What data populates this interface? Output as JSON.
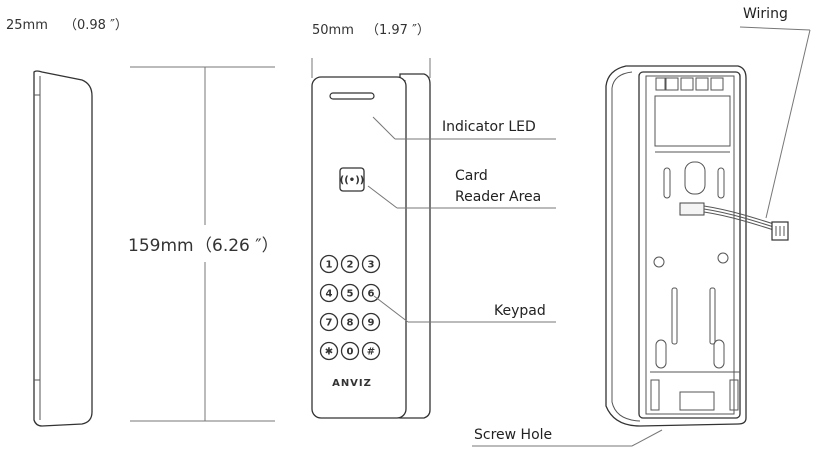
{
  "dimensions": {
    "depth": "25mm",
    "depth_in": "（0.98 ″）",
    "width": "50mm",
    "width_in": "（1.97 ″）",
    "height": "159mm",
    "height_in": "（6.26 ″）"
  },
  "callouts": {
    "wiring": "Wiring",
    "indicator_led": "Indicator LED",
    "card_line1": "Card",
    "card_line2": "Reader Area",
    "keypad": "Keypad",
    "screw_hole": "Screw Hole"
  },
  "keypad_keys": [
    "1",
    "2",
    "3",
    "4",
    "5",
    "6",
    "7",
    "8",
    "9",
    "✱",
    "0",
    "#"
  ],
  "card_reader_symbol": "((•))",
  "brand_logo": "ANVIZ"
}
